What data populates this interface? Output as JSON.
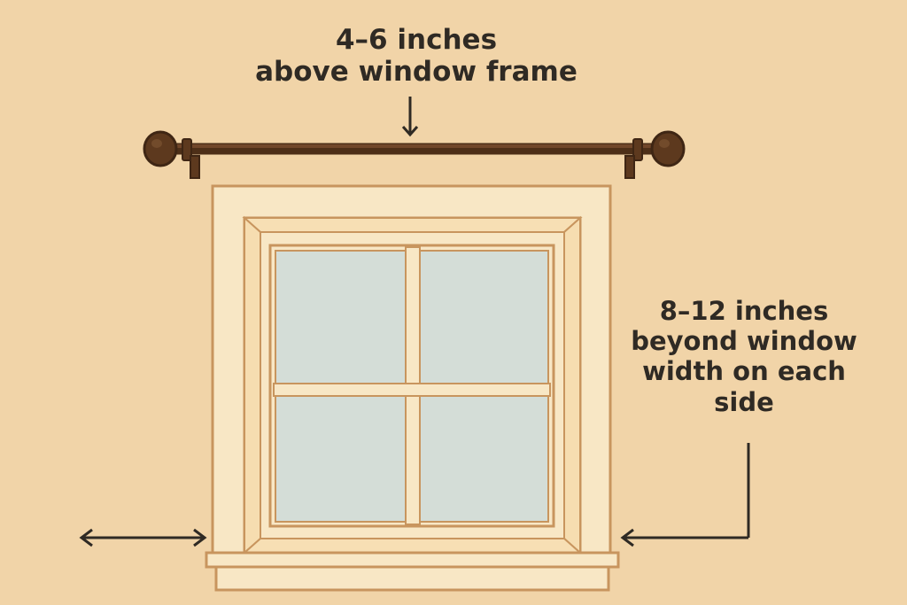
{
  "labels": {
    "top": [
      "4–6 inches",
      "above window frame"
    ],
    "right": [
      "8–12 inches",
      "beyond window",
      "width on each",
      "side"
    ]
  },
  "colors": {
    "wall": "#f1d4a8",
    "trim": "#f8e7c5",
    "trim_outline": "#c8955e",
    "rod": "#5d391e",
    "glass": "#d4ddd7",
    "text": "#2f2a24"
  },
  "icons": {
    "curtain_rod": "curtain-rod-icon",
    "window": "window-icon",
    "down_arrow": "arrow-down-icon",
    "left_arrow": "double-headed-arrow-icon",
    "right_arrow": "arrow-left-icon"
  }
}
